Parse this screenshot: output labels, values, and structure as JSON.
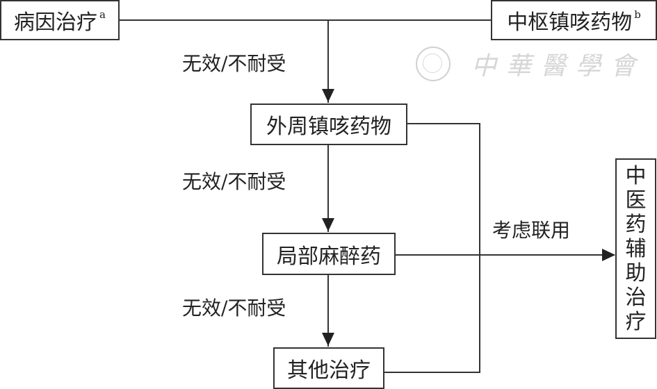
{
  "diagram": {
    "nodes": {
      "etiology": {
        "text": "病因治疗",
        "sup": "a"
      },
      "central": {
        "text": "中枢镇咳药物",
        "sup": "b"
      },
      "peripheral": {
        "text": "外周镇咳药物"
      },
      "local_anesthetic": {
        "text": "局部麻醉药"
      },
      "other": {
        "text": "其他治疗"
      },
      "tcm": {
        "chars": [
          "中",
          "医",
          "药",
          "辅",
          "助",
          "治",
          "疗"
        ]
      }
    },
    "edge_labels": {
      "ineffective_1": "无效/不耐受",
      "ineffective_2": "无效/不耐受",
      "ineffective_3": "无效/不耐受",
      "combine": "考虑联用"
    },
    "edges": [
      {
        "from": "etiology",
        "to": "peripheral",
        "label": "ineffective_1"
      },
      {
        "from": "central",
        "to": "peripheral",
        "label": "ineffective_1"
      },
      {
        "from": "peripheral",
        "to": "local_anesthetic",
        "label": "ineffective_2"
      },
      {
        "from": "local_anesthetic",
        "to": "other",
        "label": "ineffective_3"
      },
      {
        "from": "peripheral",
        "to": "tcm",
        "label": "combine"
      },
      {
        "from": "local_anesthetic",
        "to": "tcm",
        "label": "combine"
      },
      {
        "from": "other",
        "to": "tcm",
        "label": "combine"
      }
    ],
    "watermark": {
      "text": "中華醫學會",
      "icon": "society-seal-icon"
    }
  }
}
